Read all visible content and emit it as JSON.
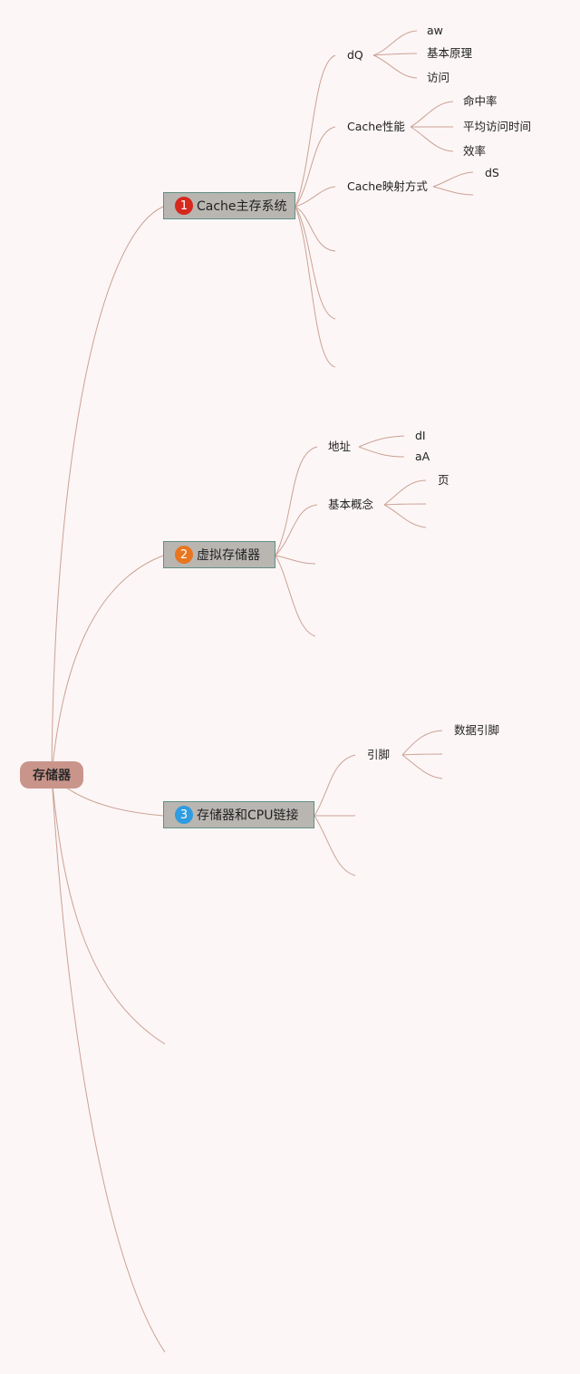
{
  "root": {
    "label": "存储器"
  },
  "branches": [
    {
      "number": "1",
      "label": "Cache主存系统",
      "badge_color": "#d6281c",
      "children": [
        {
          "label": "dQ",
          "children": [
            "aw",
            "基本原理",
            "访问"
          ]
        },
        {
          "label": "Cache性能",
          "children": [
            "命中率",
            "平均访问时间",
            "效率"
          ]
        },
        {
          "label": "Cache映射方式",
          "children": [
            "dS"
          ]
        }
      ]
    },
    {
      "number": "2",
      "label": "虚拟存储器",
      "badge_color": "#e8751f",
      "children": [
        {
          "label": "地址",
          "children": [
            "dI",
            "aA"
          ]
        },
        {
          "label": "基本概念",
          "children": [
            "页"
          ]
        }
      ]
    },
    {
      "number": "3",
      "label": "存储器和CPU链接",
      "badge_color": "#2f9be0",
      "children": [
        {
          "label": "引脚",
          "children": [
            "数据引脚"
          ]
        }
      ]
    }
  ],
  "colors": {
    "background": "#fdf6f6",
    "line": "#caa296",
    "root": "#c9958b",
    "branch_fill": "#b9b6b2",
    "branch_border": "#5f8f84"
  }
}
